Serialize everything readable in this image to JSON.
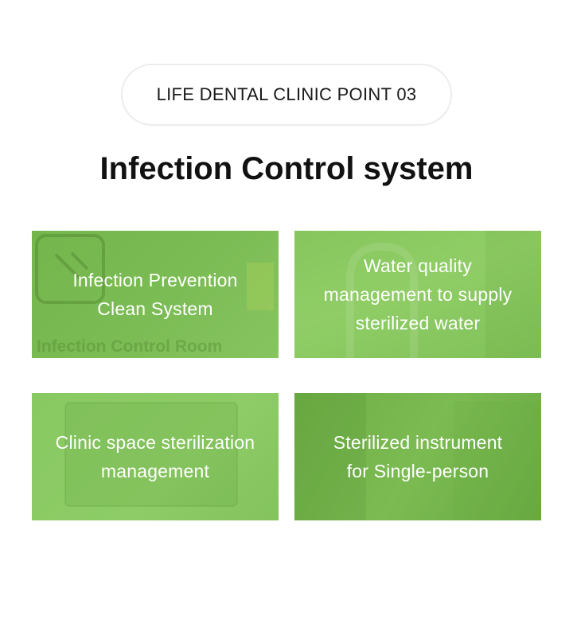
{
  "section": {
    "badge": "LIFE DENTAL CLINIC POINT 03",
    "title": "Infection Control system"
  },
  "cards": [
    {
      "label": "Infection Prevention\nClean System",
      "background_text": "Infection Control Room"
    },
    {
      "label": "Water quality\nmanagement to supply\nsterilized water"
    },
    {
      "label": "Clinic space sterilization\nmanagement"
    },
    {
      "label": "Sterilized instrument\nfor Single-person"
    }
  ],
  "colors": {
    "card_green": "#7dbd55",
    "title_text": "#111111",
    "pill_border": "#ececec"
  }
}
